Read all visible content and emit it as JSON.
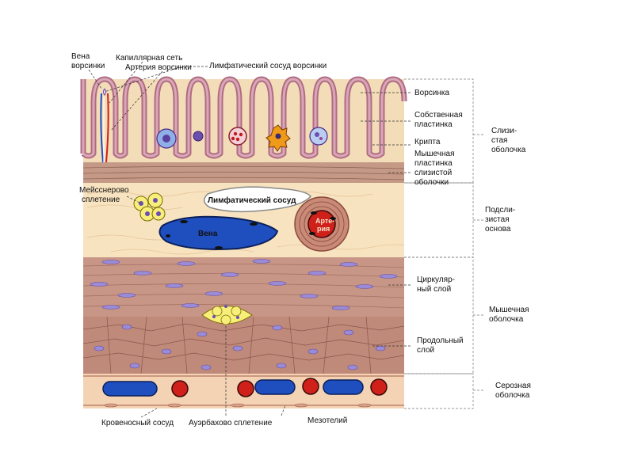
{
  "labels": {
    "vena_vorsinki": [
      "Вена",
      "ворсинки"
    ],
    "kapillyarnaya_set": "Капиллярная сеть",
    "arteriya_vorsinki": "Артерия ворсинки",
    "limf_sosud_vorsinki": "Лимфатический сосуд ворсинки",
    "meissner": [
      "Мейсснерово",
      "сплетение"
    ],
    "limf_sosud": "Лимфатический сосуд",
    "vena": "Вена",
    "arteriya": [
      "Арте-",
      "рия"
    ],
    "krovenosny_sosud": "Кровеносный сосуд",
    "auerbach": "Ауэрбахово сплетение",
    "mezoteliy": "Мезотелий"
  },
  "right_labels": {
    "vorsinka": "Ворсинка",
    "sobstvennaya": [
      "Собственная",
      "пластинка"
    ],
    "kripta": "Крипта",
    "myshechnaya_plastinka": [
      "Мышечная",
      "пластинка",
      "слизистой",
      "оболочки"
    ],
    "tsirkulyarny": [
      "Циркуляр-",
      "ный слой"
    ],
    "prodolny": [
      "Продольный",
      "слой"
    ]
  },
  "layer_labels": {
    "slizistaya": [
      "Слизи-",
      "стая",
      "оболочка"
    ],
    "podslizistaya": [
      "Подсли-",
      "зистая",
      "основа"
    ],
    "myshechnaya": [
      "Мышечная",
      "оболочка"
    ],
    "seroznaya": [
      "Серозная",
      "оболочка"
    ]
  },
  "colors": {
    "epithelium": "#c98fa0",
    "lamina": "#f3ddb8",
    "muscularis_mucosae": "#c49a86",
    "submucosa": "#f7e3bf",
    "muscle": "#c89686",
    "muscle_nuclei": "#9b8bd6",
    "vein": "#1f4fbf",
    "artery": "#d0201a",
    "lymph": "#ffffff",
    "plexus": "#f7ef7a"
  }
}
